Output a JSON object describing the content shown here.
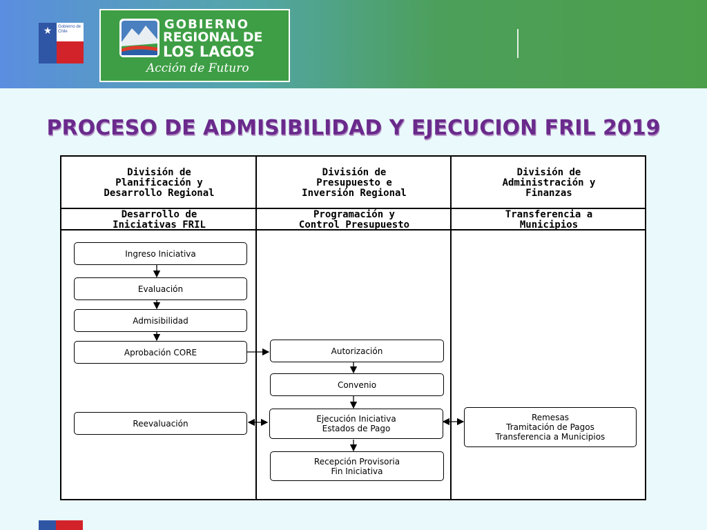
{
  "header": {
    "chile_logo_text": "Gobierno de Chile",
    "logo": {
      "line1": "GOBIERNO",
      "line2": "REGIONAL DE",
      "line3": "LOS LAGOS",
      "slogan": "Acción de Futuro"
    }
  },
  "title": "PROCESO DE ADMISIBILIDAD Y EJECUCION FRIL 2019",
  "columns": [
    {
      "division": [
        "División de",
        "Planificación y",
        "Desarrollo Regional"
      ],
      "area": [
        "Desarrollo de",
        "Iniciativas FRIL"
      ]
    },
    {
      "division": [
        "División de",
        "Presupuesto e",
        "Inversión Regional"
      ],
      "area": [
        "Programación y",
        "Control Presupuesto"
      ]
    },
    {
      "division": [
        "División de",
        "Administración y",
        "Finanzas"
      ],
      "area": [
        "Transferencia a",
        "Municipios"
      ]
    }
  ],
  "boxes": {
    "ingreso": [
      "Ingreso Iniciativa"
    ],
    "evaluacion": [
      "Evaluación"
    ],
    "admisibilidad": [
      "Admisibilidad"
    ],
    "aprobacion": [
      "Aprobación CORE"
    ],
    "reevaluacion": [
      "Reevaluación"
    ],
    "autorizacion": [
      "Autorización"
    ],
    "convenio": [
      "Convenio"
    ],
    "ejecucion": [
      "Ejecución Iniciativa",
      "Estados de Pago"
    ],
    "recepcion": [
      "Recepción Provisoria",
      "Fin Iniciativa"
    ],
    "remesas": [
      "Remesas",
      "Tramitación de Pagos",
      "Transferencia a Municipios"
    ]
  },
  "colors": {
    "title": "#6a2a8c",
    "header_green": "#4c9f4a",
    "header_blue": "#5b8ee0",
    "background": "#eaf9fb"
  }
}
